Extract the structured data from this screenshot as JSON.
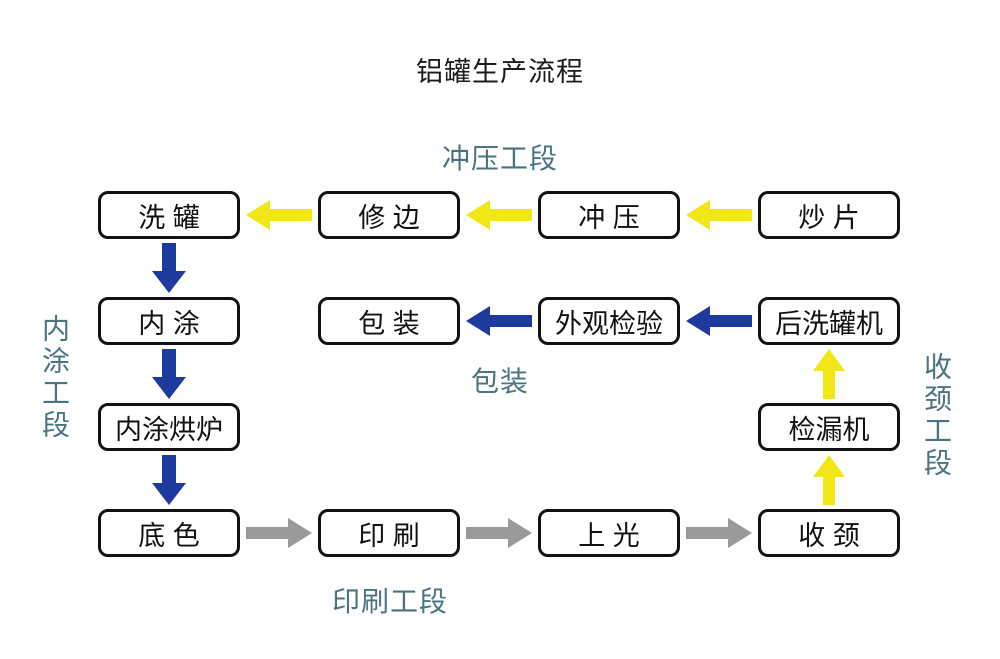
{
  "title": "铝罐生产流程",
  "colors": {
    "yellow": "#F2E716",
    "blue": "#1F3A9D",
    "gray": "#9A9A9A",
    "teal": "#4C7380"
  },
  "section_labels": {
    "stamping": "冲压工段",
    "inner_coating": "内涂工段",
    "packing": "包装",
    "necking": "收颈工段",
    "printing": "印刷工段"
  },
  "nodes": {
    "wash_can": "洗 罐",
    "trim": "修 边",
    "stamp": "冲 压",
    "fry_sheet": "炒 片",
    "inner_coat": "内 涂",
    "pack": "包 装",
    "visual_inspect": "外观检验",
    "post_wash_machine": "后洗罐机",
    "inner_coat_oven": "内涂烘炉",
    "leak_tester": "检漏机",
    "base_coat": "底 色",
    "print": "印 刷",
    "varnish": "上 光",
    "neck": "收 颈"
  }
}
